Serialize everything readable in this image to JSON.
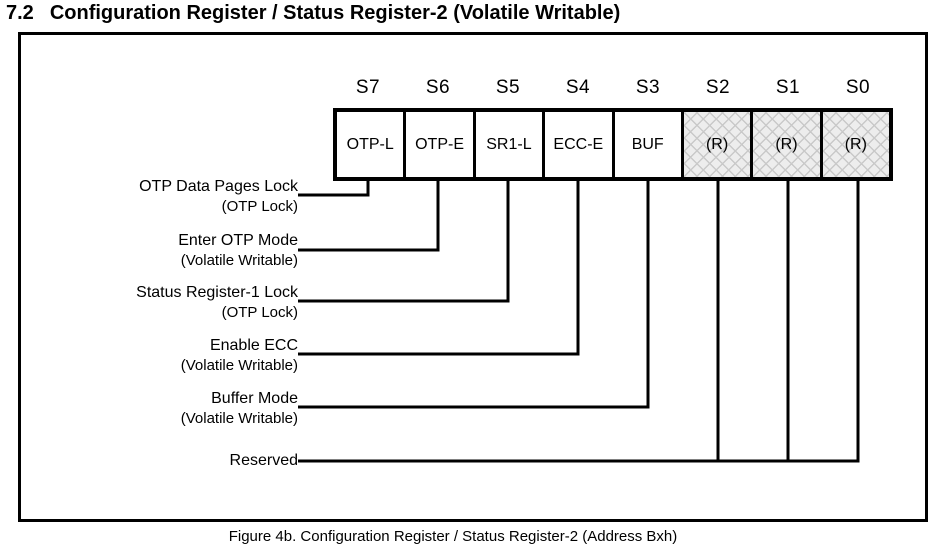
{
  "heading": {
    "number": "7.2",
    "title": "Configuration Register / Status Register-2 (Volatile Writable)"
  },
  "register": {
    "bit_headers": [
      "S7",
      "S6",
      "S5",
      "S4",
      "S3",
      "S2",
      "S1",
      "S0"
    ],
    "cells": [
      {
        "label": "OTP-L",
        "reserved": false
      },
      {
        "label": "OTP-E",
        "reserved": false
      },
      {
        "label": "SR1-L",
        "reserved": false
      },
      {
        "label": "ECC-E",
        "reserved": false
      },
      {
        "label": "BUF",
        "reserved": false
      },
      {
        "label": "(R)",
        "reserved": true
      },
      {
        "label": "(R)",
        "reserved": true
      },
      {
        "label": "(R)",
        "reserved": true
      }
    ]
  },
  "callouts": [
    {
      "name": "OTP Data Pages Lock",
      "qualifier": "(OTP Lock)"
    },
    {
      "name": "Enter OTP Mode",
      "qualifier": "(Volatile Writable)"
    },
    {
      "name": "Status Register-1 Lock",
      "qualifier": "(OTP Lock)"
    },
    {
      "name": "Enable ECC",
      "qualifier": "(Volatile Writable)"
    },
    {
      "name": "Buffer Mode",
      "qualifier": "(Volatile Writable)"
    },
    {
      "name": "Reserved",
      "qualifier": ""
    }
  ],
  "caption": "Figure 4b. Configuration Register / Status Register-2 (Address Bxh)",
  "colors": {
    "background": "#ffffff",
    "text": "#000000",
    "border": "#000000",
    "reserved_fill": "#ededed",
    "reserved_hatch": "#c9c9c9"
  }
}
